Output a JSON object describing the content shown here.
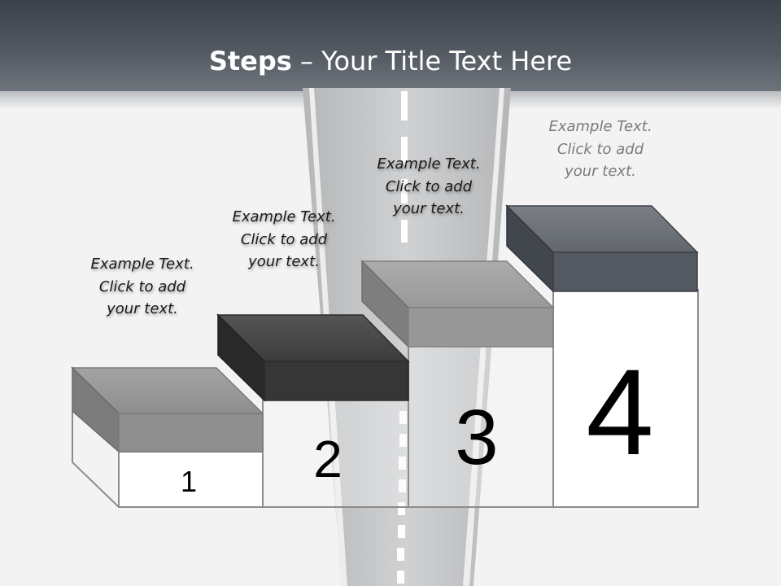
{
  "title": {
    "bold_part": "Steps",
    "rest_part": " – Your Title Text Here"
  },
  "steps": [
    {
      "number": "1",
      "text": [
        "Example Text.",
        "Click  to add",
        "your text."
      ]
    },
    {
      "number": "2",
      "text": [
        "Example Text.",
        "Click  to add",
        "your text."
      ]
    },
    {
      "number": "3",
      "text": [
        "Example Text.",
        "Click  to add",
        "your text."
      ]
    },
    {
      "number": "4",
      "text": [
        "Example Text.",
        "Click  to add",
        "your text."
      ]
    }
  ],
  "colors": {
    "header": "#4a5058",
    "road": "#c8cacc",
    "block_1": "#8e8e8e",
    "block_2": "#3a3a3a",
    "block_3": "#909090",
    "block_4": "#5c6068"
  }
}
